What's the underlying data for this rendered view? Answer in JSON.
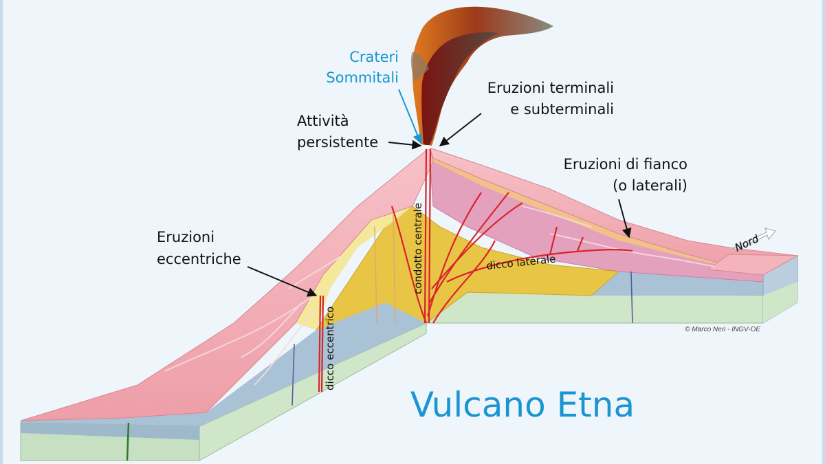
{
  "title": "Vulcano Etna",
  "labels": {
    "crateri_line1": "Crateri",
    "crateri_line2": "Sommitali",
    "terminali_line1": "Eruzioni terminali",
    "terminali_line2": "e subterminali",
    "attivita_line1": "Attività",
    "attivita_line2": "persistente",
    "fianco_line1": "Eruzioni di fianco",
    "fianco_line2": "(o laterali)",
    "eccentriche_line1": "Eruzioni",
    "eccentriche_line2": "eccentriche",
    "condotto": "condotto centrale",
    "dicco_laterale": "dicco laterale",
    "dicco_eccentrico": "dicco eccentrico",
    "nord": "Nord"
  },
  "credit": "© Marco Neri - INGV-OE",
  "colors": {
    "title_blue": "#1a95cf",
    "surface_pink": "#f0a8b0",
    "lava_red": "#d8232a",
    "yellow_layer": "#e8c545",
    "blue_layer": "#a9c2d6",
    "green_base": "#cfe6c8",
    "magenta_layer": "#e3a1bd"
  }
}
